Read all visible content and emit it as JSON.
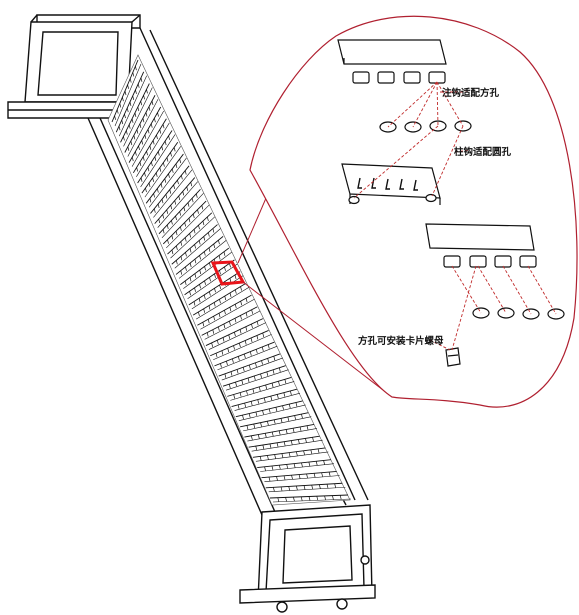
{
  "annotations": {
    "square_hole_label": "注钩适配方孔",
    "round_hole_label": "柱钩适配圆孔",
    "nut_label": "方孔可安装卡片螺母"
  },
  "colors": {
    "line": "#111111",
    "highlight": "#e8141a",
    "callout": "#b02030",
    "leader": "#c02a2a"
  }
}
